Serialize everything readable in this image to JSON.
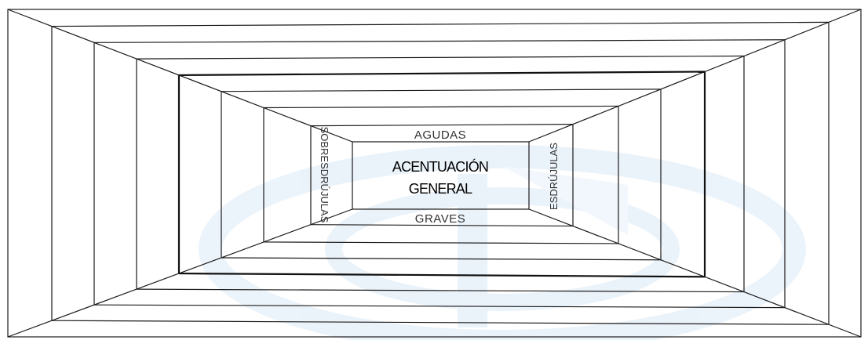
{
  "diagram": {
    "center_line1": "ACENTUACIÓN",
    "center_line2": "GENERAL",
    "top": "AGUDAS",
    "bottom": "GRAVES",
    "left": "SOBRESDRÚJULAS",
    "right": "ESDRÚJULAS"
  },
  "colors": {
    "line": "#1a1a1a",
    "watermark": "#dcebf7"
  }
}
